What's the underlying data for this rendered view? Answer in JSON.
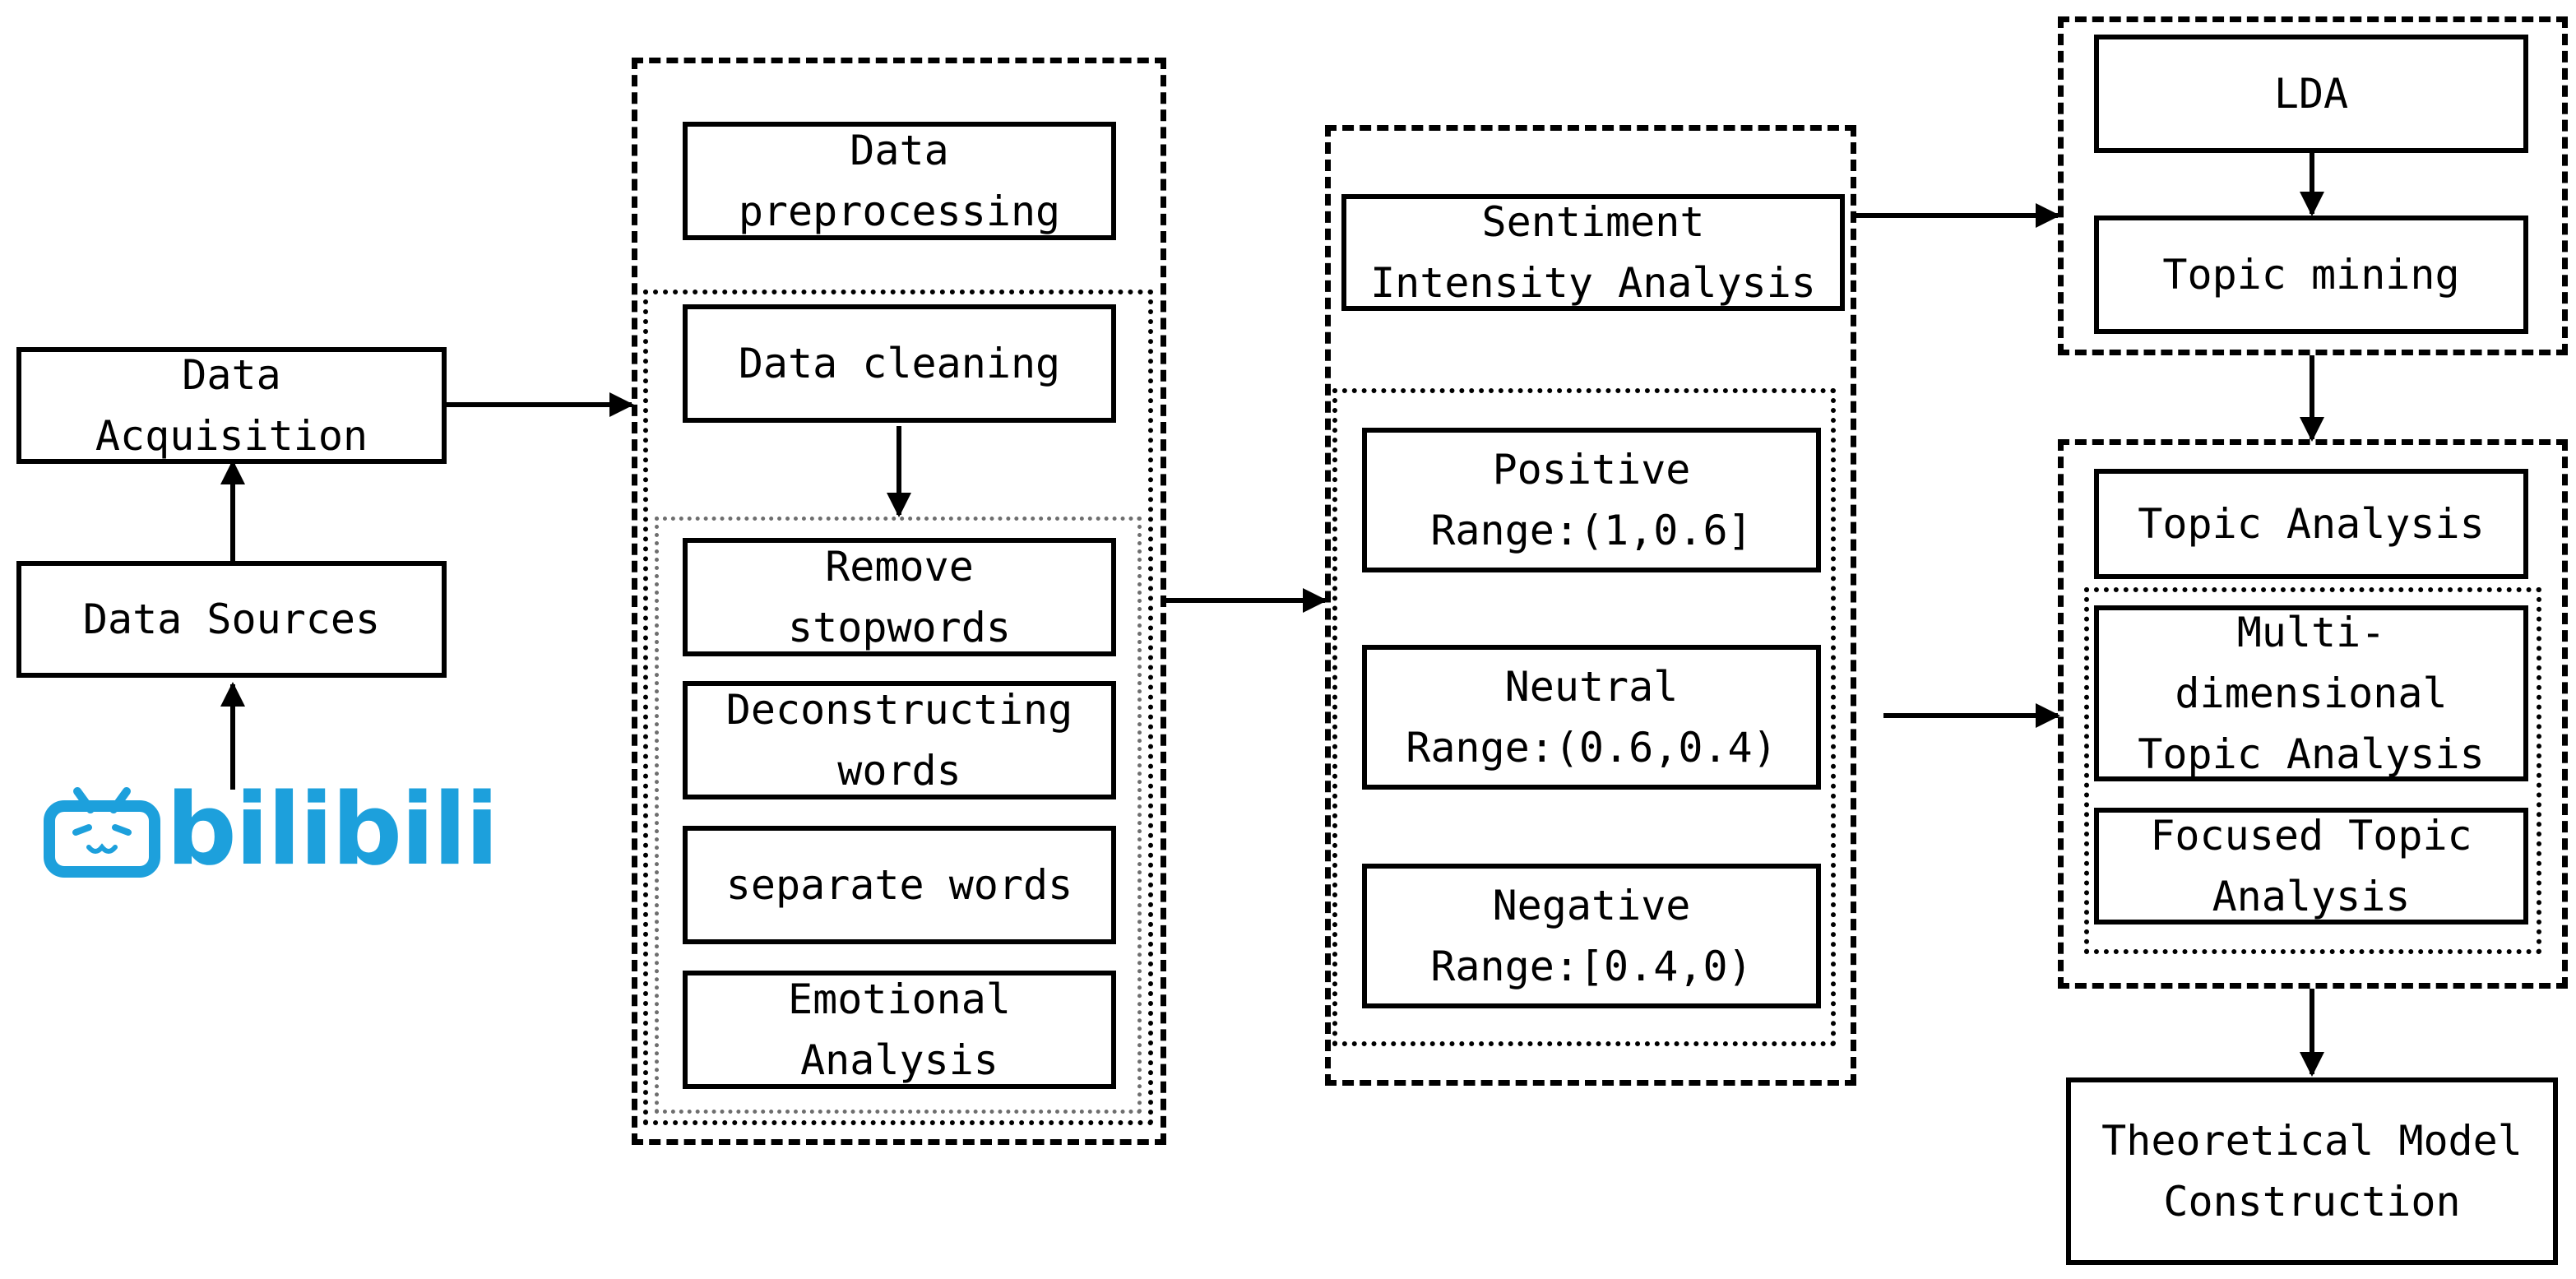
{
  "colors": {
    "stroke": "#000000",
    "background": "#ffffff",
    "brand": "#1da0dc",
    "inner_dotted": "#6e6e6e"
  },
  "source_logo": {
    "name": "bilibili-tv-icon",
    "wordmark": "bilibili"
  },
  "nodes": {
    "data_sources": [
      "Data Sources"
    ],
    "data_acquisition": [
      "Data",
      "Acquisition"
    ],
    "data_preprocessing": [
      "Data",
      "preprocessing"
    ],
    "data_cleaning": [
      "Data cleaning"
    ],
    "remove_stopwords": [
      "Remove",
      "stopwords"
    ],
    "deconstructing_words": [
      "Deconstructing",
      "words"
    ],
    "separate_words": [
      "separate words"
    ],
    "emotional_analysis": [
      "Emotional",
      "Analysis"
    ],
    "sentiment_intensity_analysis": [
      "Sentiment",
      "Intensity Analysis"
    ],
    "positive": [
      "Positive",
      "Range:(1,0.6]"
    ],
    "neutral": [
      "Neutral",
      "Range:(0.6,0.4)"
    ],
    "negative": [
      "Negative",
      "Range:[0.4,0)"
    ],
    "lda": [
      "LDA"
    ],
    "topic_mining": [
      "Topic mining"
    ],
    "topic_analysis": [
      "Topic Analysis"
    ],
    "multidimensional_topic_analysis": [
      "Multi-",
      "dimensional",
      "Topic Analysis"
    ],
    "focused_topic_analysis": [
      "Focused Topic",
      "Analysis"
    ],
    "theoretical_model_construction": [
      "Theoretical Model",
      "Construction"
    ]
  }
}
